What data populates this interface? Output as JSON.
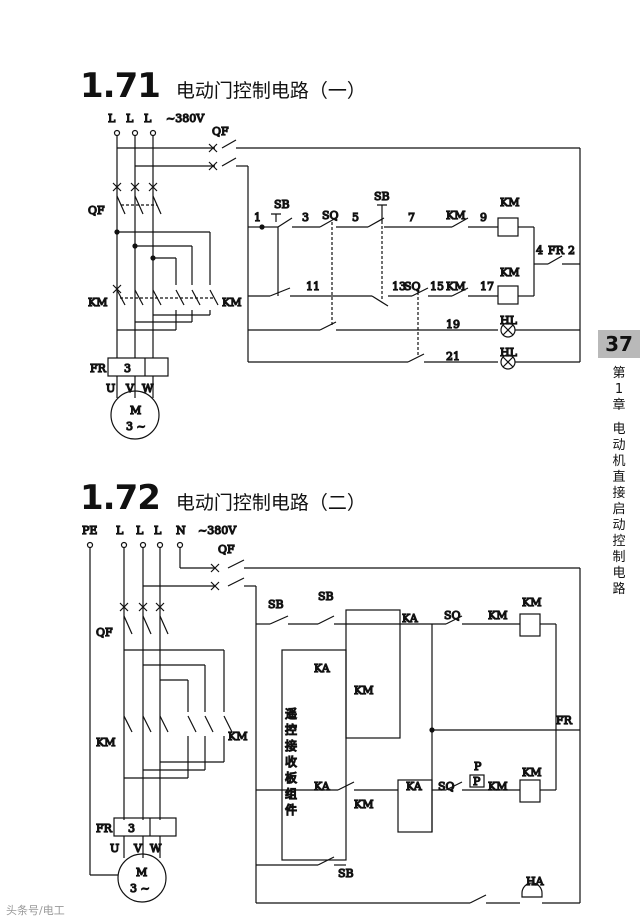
{
  "section1": {
    "number": "1.71",
    "title": "电动门控制电路（一）"
  },
  "section2": {
    "number": "1.72",
    "title": "电动门控制电路（二）"
  },
  "sidebar": {
    "page_number": "37",
    "chapter": "第1章",
    "chapter_title": "电动机直接启动控制电路"
  },
  "watermark": "头条号/电工"
}
